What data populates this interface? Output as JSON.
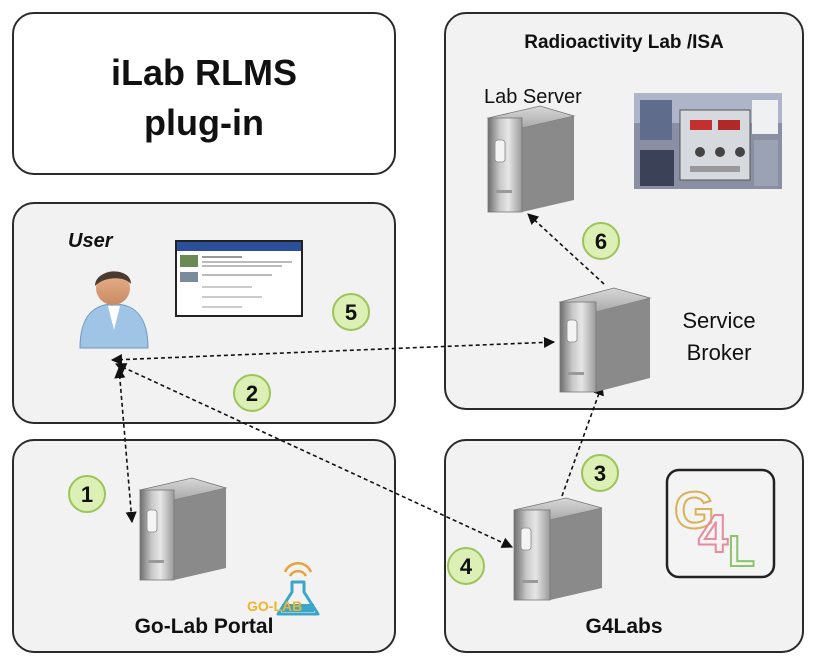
{
  "plugin_box": {
    "line1": "iLab RLMS",
    "line2": "plug-in"
  },
  "lab_box": {
    "title": "Radioactivity Lab /ISA",
    "lab_server": "Lab Server",
    "service_broker_line1": "Service",
    "service_broker_line2": "Broker"
  },
  "user_box": {
    "label": "User"
  },
  "portal_box": {
    "title": "Go-Lab Portal",
    "logo_text": "GO-LAB"
  },
  "g4labs_box": {
    "title": "G4Labs",
    "logo_text": "G4L"
  },
  "steps": [
    "1",
    "2",
    "3",
    "4",
    "5",
    "6"
  ],
  "colors": {
    "step_fill": "#dcefb4",
    "step_stroke": "#9cc45b",
    "panel_fill": "#f2f2f2",
    "border": "#2b2b2b"
  }
}
